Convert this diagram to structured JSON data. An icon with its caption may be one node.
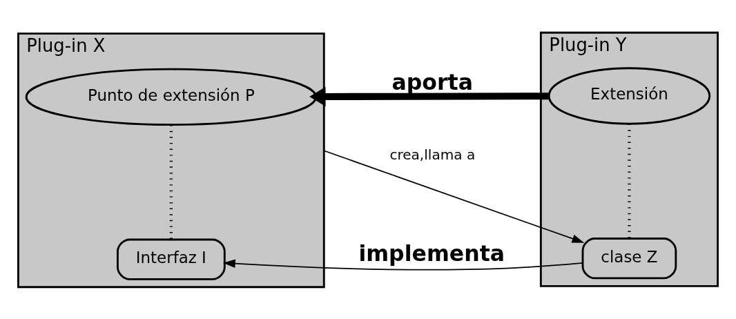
{
  "diagram": {
    "nodes": [
      {
        "text": [
          "Plug-in X"
        ]
      },
      {
        "text": [
          "Punto de extensión P"
        ],
        "in": 0
      },
      {
        "text": [
          "Interfaz I"
        ],
        "in": 0
      },
      {
        "text": [
          "Plug-in Y"
        ]
      },
      {
        "text": [
          "Extensión"
        ],
        "in": 3
      },
      {
        "text": [
          "clase Z"
        ],
        "in": 3
      }
    ],
    "edges": [
      {
        "from": 4,
        "to": 1,
        "arrow": "to",
        "label": "aporta",
        "style": "thick"
      },
      {
        "from": 1,
        "to": 2,
        "arrow": "none",
        "style": "dashed"
      },
      {
        "from": 4,
        "to": 5,
        "arrow": "none",
        "style": "dashed"
      },
      {
        "from": 5,
        "to": 2,
        "arrow": "to",
        "label": "implementa"
      },
      {
        "from": 0,
        "to": 5,
        "arrow": "to",
        "label": "crea,llama a"
      }
    ]
  }
}
